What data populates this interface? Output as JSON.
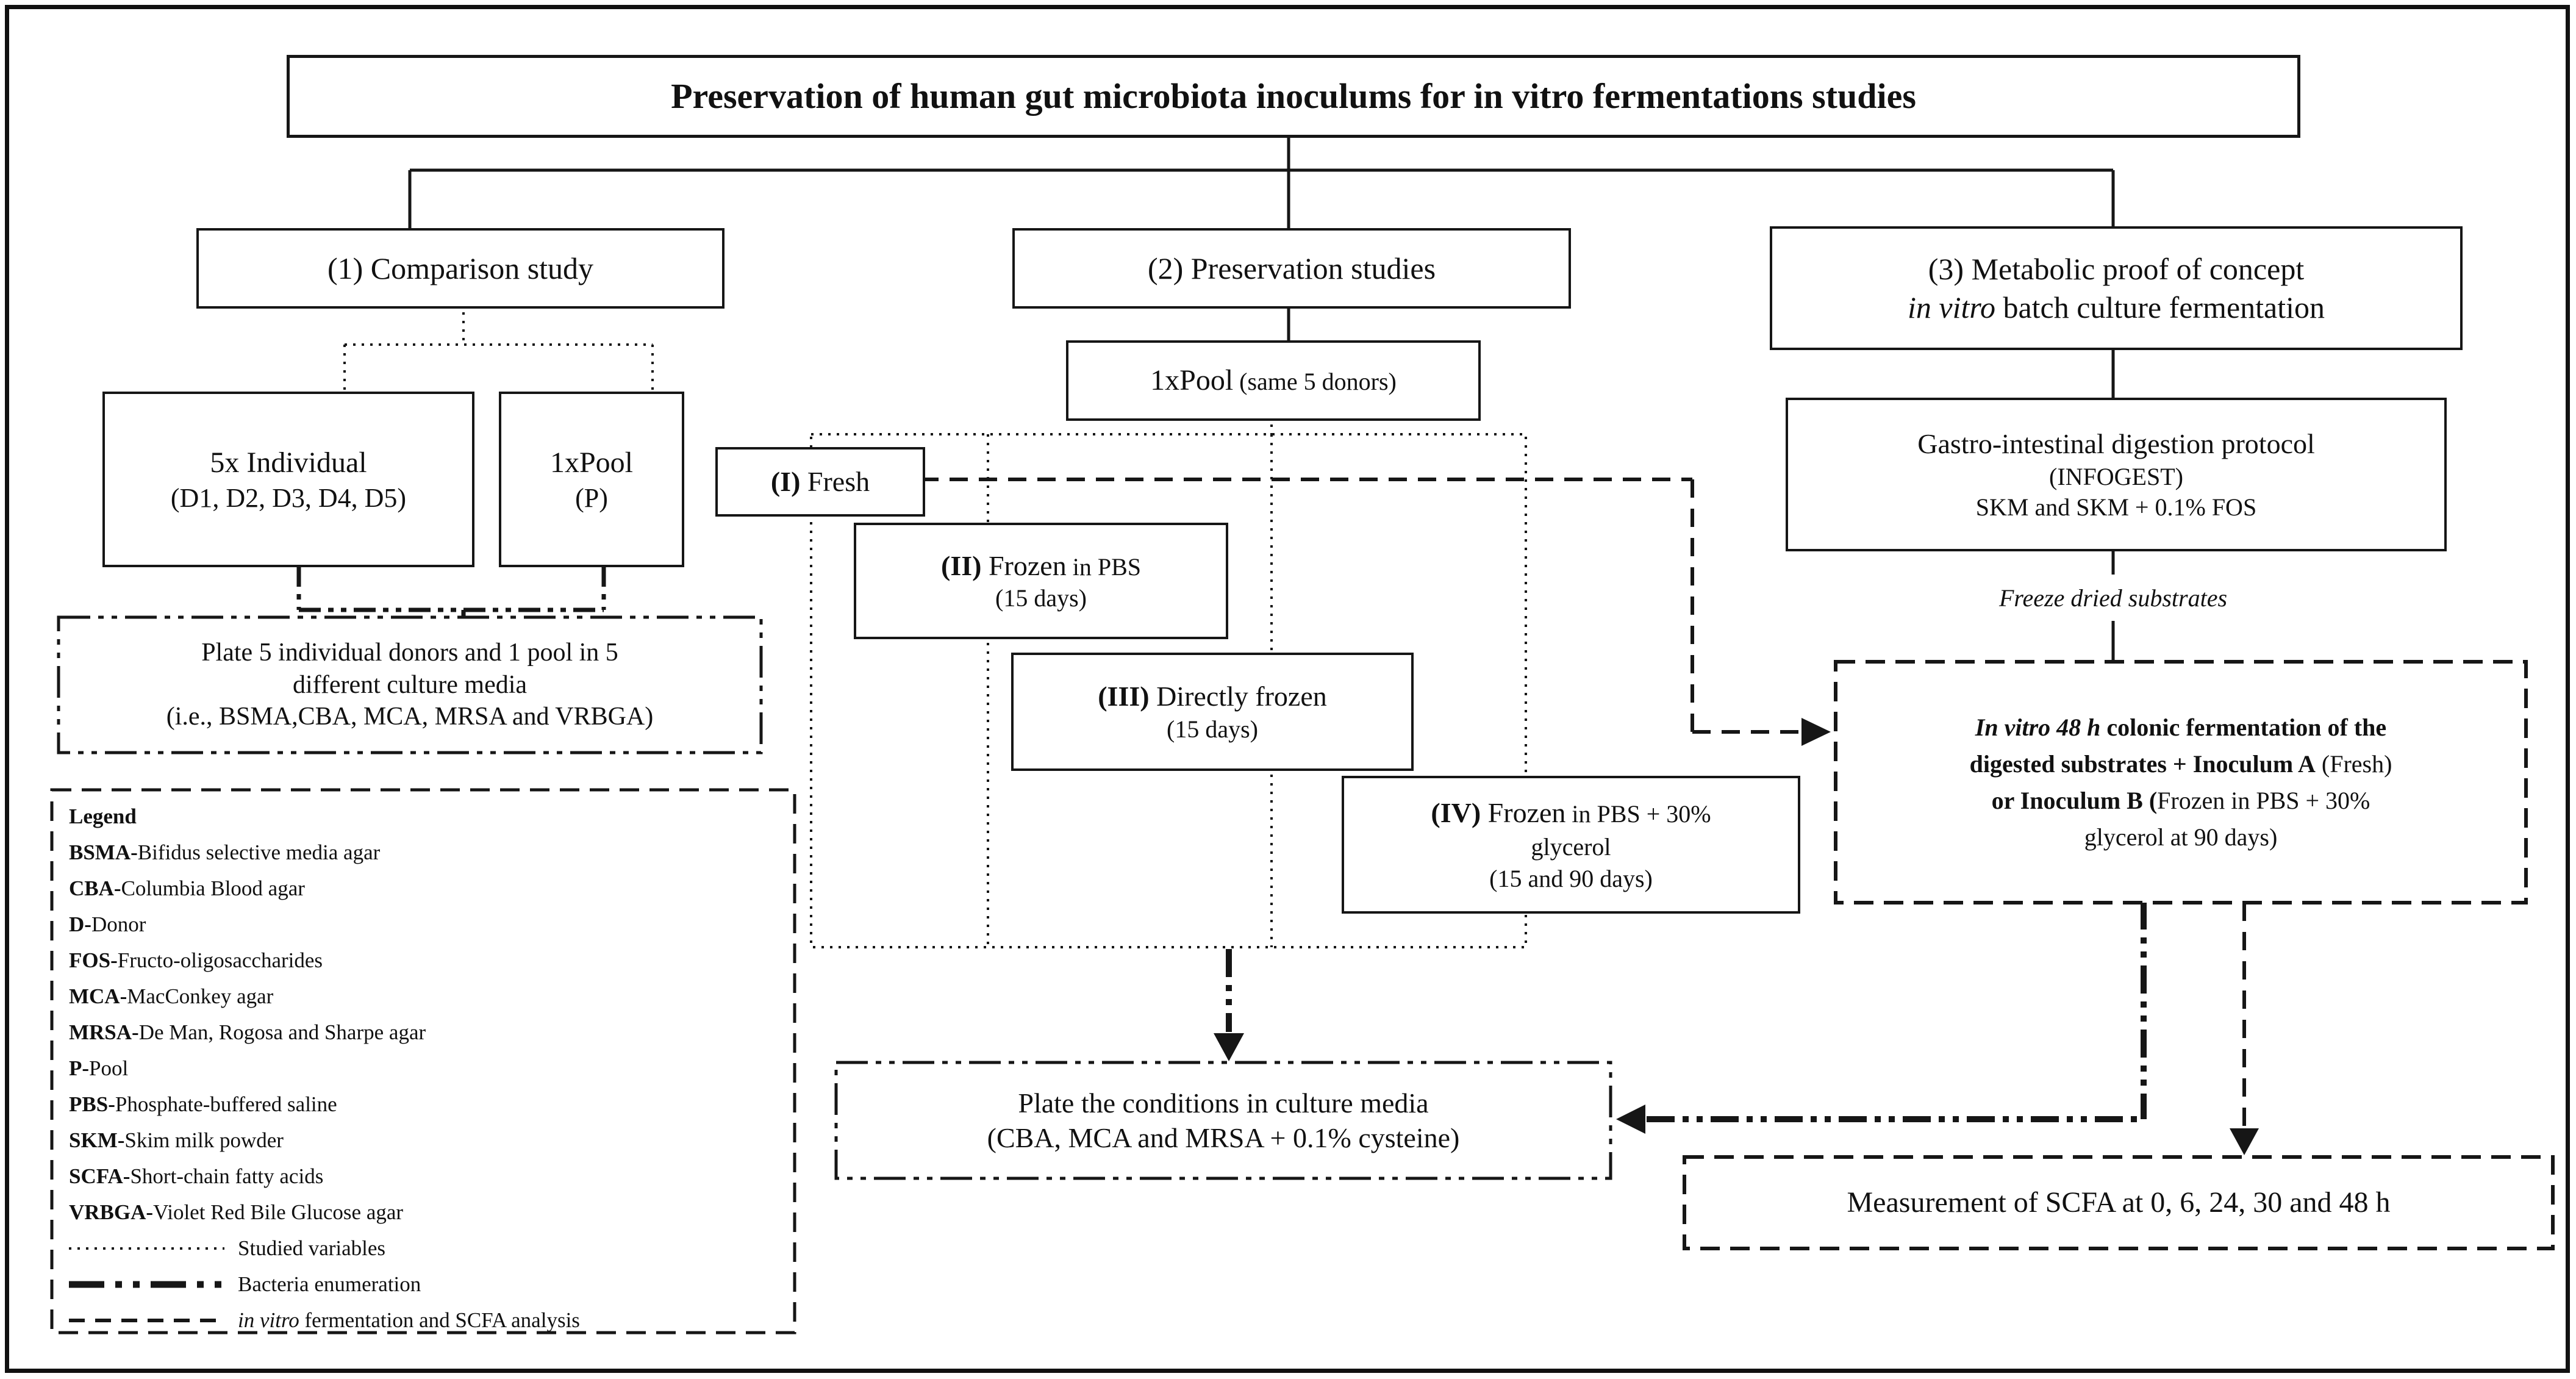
{
  "title": "Preservation of human gut microbiota inoculums for in vitro fermentations studies",
  "branch1": {
    "header": "(1) Comparison study",
    "individual": {
      "line1": "5x Individual",
      "line2": "(D1, D2, D3, D4, D5)"
    },
    "pool": {
      "line1": "1xPool",
      "line2": "(P)"
    },
    "plate": {
      "line1": "Plate 5 individual donors and 1 pool in 5",
      "line2": "different culture media",
      "line3": "(i.e., BSMA,CBA, MCA, MRSA and VRBGA)"
    }
  },
  "branch2": {
    "header": "(2) Preservation studies",
    "pool": {
      "main": "1xPool",
      "note": " (same 5 donors)"
    },
    "conditions": [
      {
        "numeral": "(I)",
        "title": " Fresh"
      },
      {
        "numeral": "(II)",
        "title": " Frozen",
        "small": " in PBS",
        "line2": "(15 days)"
      },
      {
        "numeral": "(III)",
        "title": " Directly frozen",
        "line2": "(15 days)"
      },
      {
        "numeral": "(IV)",
        "title": " Frozen",
        "small": " in PBS + 30%",
        "line2": "glycerol",
        "line3": "(15 and 90 days)"
      }
    ],
    "plate_conditions": {
      "line1": "Plate the conditions in culture media",
      "line2": "(CBA, MCA and MRSA + 0.1% cysteine)"
    }
  },
  "branch3": {
    "header_line1": "(3) Metabolic proof of concept",
    "header_line2_italic": "in vitro",
    "header_line2_rest": " batch culture fermentation",
    "digestion": {
      "line1": "Gastro-intestinal digestion protocol",
      "line2": "(INFOGEST)",
      "line3": "SKM and SKM + 0.1% FOS"
    },
    "freeze_note": "Freeze dried substrates",
    "fermentation": {
      "l1_italic": "In vitro 48 h",
      "l1_rest": " colonic fermentation of the",
      "l2_bold": "digested substrates + Inoculum A",
      "l2_rest": " (Fresh)",
      "l3_bold": "or Inoculum B (",
      "l3_rest": "Frozen  in PBS + 30%",
      "l4": "glycerol at 90 days)"
    },
    "measurement": "Measurement of SCFA at 0, 6, 24, 30 and 48 h"
  },
  "legend": {
    "heading": "Legend",
    "abbreviations": [
      {
        "term": "BSMA-",
        "definition": " Bifidus selective media agar"
      },
      {
        "term": "CBA-",
        "definition": " Columbia Blood agar"
      },
      {
        "term": "D-",
        "definition": " Donor"
      },
      {
        "term": "FOS-",
        "definition": " Fructo-oligosaccharides"
      },
      {
        "term": "MCA-",
        "definition": " MacConkey agar"
      },
      {
        "term": "MRSA-",
        "definition": " De Man, Rogosa and Sharpe agar"
      },
      {
        "term": "P-",
        "definition": " Pool"
      },
      {
        "term": "PBS-",
        "definition": " Phosphate-buffered saline"
      },
      {
        "term": "SKM-",
        "definition": " Skim milk powder"
      },
      {
        "term": "SCFA-",
        "definition": " Short-chain fatty acids"
      },
      {
        "term": "VRBGA-",
        "definition": "Violet Red Bile Glucose agar"
      }
    ],
    "line_styles": [
      {
        "style": "dotted",
        "label": "Studied variables"
      },
      {
        "style": "dash-dot",
        "label": "Bacteria enumeration"
      },
      {
        "style": "dashed",
        "label_italic": "in vitro",
        "label_rest": " fermentation and SCFA analysis"
      }
    ]
  },
  "colors": {
    "ink": "#111111",
    "background": "#ffffff"
  }
}
